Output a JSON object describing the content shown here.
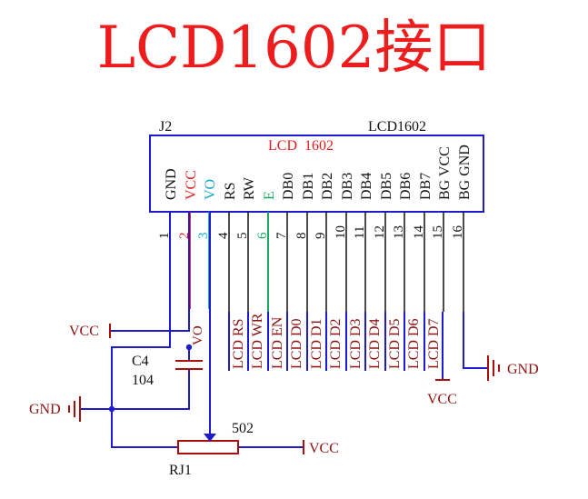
{
  "title": "LCD1602接口",
  "connector": {
    "designator": "J2",
    "part": "LCD1602",
    "inner_label": "LCD  1602"
  },
  "pins": [
    {
      "num": "1",
      "name": "GND",
      "net": "",
      "name_color": "#111111",
      "num_color": "#111111"
    },
    {
      "num": "2",
      "name": "VCC",
      "net": "",
      "name_color": "#e31b1b",
      "num_color": "#e31b1b"
    },
    {
      "num": "3",
      "name": "VO",
      "net": "VO",
      "name_color": "#13a6c8",
      "num_color": "#13a6c8"
    },
    {
      "num": "4",
      "name": "RS",
      "net": "LCD RS",
      "name_color": "#111111",
      "num_color": "#111111"
    },
    {
      "num": "5",
      "name": "RW",
      "net": "LCD WR",
      "name_color": "#111111",
      "num_color": "#111111"
    },
    {
      "num": "6",
      "name": "E",
      "net": "LCD EN",
      "name_color": "#1aa860",
      "num_color": "#1aa860"
    },
    {
      "num": "7",
      "name": "DB0",
      "net": "LCD D0",
      "name_color": "#111111",
      "num_color": "#111111"
    },
    {
      "num": "8",
      "name": "DB1",
      "net": "LCD D1",
      "name_color": "#111111",
      "num_color": "#111111"
    },
    {
      "num": "9",
      "name": "DB2",
      "net": "LCD D2",
      "name_color": "#111111",
      "num_color": "#111111"
    },
    {
      "num": "10",
      "name": "DB3",
      "net": "LCD D3",
      "name_color": "#111111",
      "num_color": "#111111"
    },
    {
      "num": "11",
      "name": "DB4",
      "net": "LCD D4",
      "name_color": "#111111",
      "num_color": "#111111"
    },
    {
      "num": "12",
      "name": "DB5",
      "net": "LCD D5",
      "name_color": "#111111",
      "num_color": "#111111"
    },
    {
      "num": "13",
      "name": "DB6",
      "net": "LCD D6",
      "name_color": "#111111",
      "num_color": "#111111"
    },
    {
      "num": "14",
      "name": "DB7",
      "net": "LCD D7",
      "name_color": "#111111",
      "num_color": "#111111"
    },
    {
      "num": "15",
      "name": "BG VCC",
      "net": "",
      "name_color": "#111111",
      "num_color": "#111111"
    },
    {
      "num": "16",
      "name": "BG GND",
      "net": "",
      "name_color": "#111111",
      "num_color": "#111111"
    }
  ],
  "capacitor": {
    "designator": "C4",
    "value": "104"
  },
  "potentiometer": {
    "designator": "RJ1",
    "value": "502"
  },
  "power": {
    "vcc_left": "VCC",
    "gnd_left": "GND",
    "vcc_pot": "VCC",
    "vcc_bottom": "VCC",
    "gnd_right": "GND"
  },
  "colors": {
    "title": "#ee1c1c",
    "wire_blue": "#1c1ccc",
    "net_label": "#8b1010",
    "power_label": "#8b1010",
    "box_border": "#1c1ccc",
    "component_red": "#a81010"
  }
}
